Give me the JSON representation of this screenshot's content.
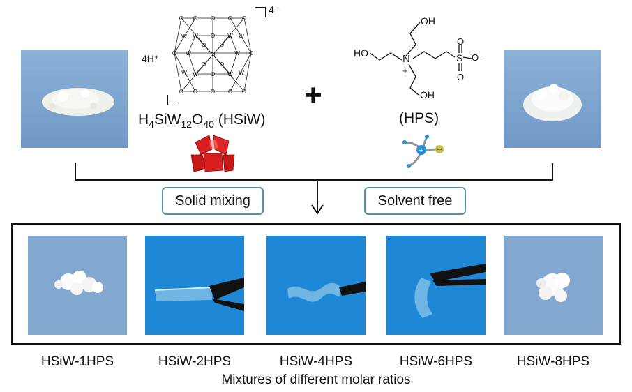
{
  "reactants": {
    "hsiw": {
      "charge": "4−",
      "counter_ion": "4H⁺",
      "formula_parts": [
        "H",
        "4",
        "SiW",
        "12",
        "O",
        "40",
        " (HSiW)"
      ],
      "cluster_atom_labels": [
        "O",
        "W",
        "Si"
      ]
    },
    "hps": {
      "name": "(HPS)",
      "oh_top": "OH",
      "ho_left": "HO",
      "oh_bottom": "OH",
      "nitrogen": "N",
      "plus": "+",
      "sulfur": "S",
      "oxygen": "O",
      "o_minus": "O⁻",
      "o_bottom": "O"
    },
    "plus_sign": "+"
  },
  "steps": {
    "solid_mixing": "Solid mixing",
    "solvent_free": "Solvent free"
  },
  "products": [
    {
      "label": "HSiW-1HPS"
    },
    {
      "label": "HSiW-2HPS"
    },
    {
      "label": "HSiW-4HPS"
    },
    {
      "label": "HSiW-6HPS"
    },
    {
      "label": "HSiW-8HPS"
    }
  ],
  "footer": "Mixtures of different molar ratios",
  "colors": {
    "photo_blue": "#7fa7d2",
    "photo_blue_bright": "#1e88d6",
    "step_border": "#5b8fa8",
    "polyhedron_red": "#d81e1e",
    "cation_blue": "#2a8fd8",
    "anion_yellow": "#c8c24a"
  }
}
